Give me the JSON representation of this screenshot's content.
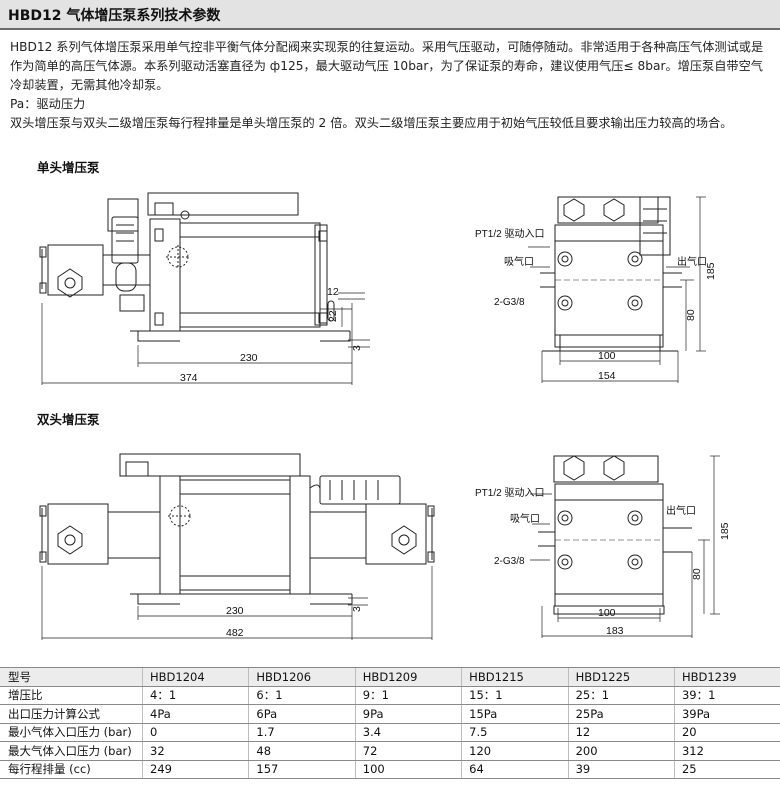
{
  "title": "HBD12 气体增压泵系列技术参数",
  "intro": {
    "p1": "HBD12 系列气体增压泵采用单气控非平衡气体分配阀来实现泵的往复运动。采用气压驱动，可随停随动。非常适用于各种高压气体测试或是作为简单的高压气体源。本系列驱动活塞直径为 ф125，最大驱动气压 10bar，为了保证泵的寿命，建议使用气压≤ 8bar。增压泵自带空气冷却装置，无需其他冷却泵。",
    "p2": "Pa：驱动压力",
    "p3": "双头增压泵与双头二级增压泵每行程排量是单头增压泵的 2 倍。双头二级增压泵主要应用于初始气压较低且要求输出压力较高的场合。"
  },
  "single": {
    "label": "单头增压泵",
    "dim_12": "12",
    "dim_22": "22",
    "dim_3": "3",
    "dim_230": "230",
    "dim_374": "374",
    "label_drive": "PT1/2 驱动入口",
    "label_intake": "吸气口",
    "label_outlet": "出气口",
    "label_port": "2-G3/8",
    "dim_185": "185",
    "dim_80": "80",
    "dim_100": "100",
    "dim_154": "154"
  },
  "double": {
    "label": "双头增压泵",
    "dim_3": "3",
    "dim_230": "230",
    "dim_482": "482",
    "label_drive": "PT1/2 驱动入口",
    "label_intake": "吸气口",
    "label_outlet": "出气口",
    "label_port": "2-G3/8",
    "dim_185": "185",
    "dim_80": "80",
    "dim_100": "100",
    "dim_183": "183"
  },
  "table": {
    "rows": [
      [
        "型号",
        "HBD1204",
        "HBD1206",
        "HBD1209",
        "HBD1215",
        "HBD1225",
        "HBD1239"
      ],
      [
        "增压比",
        "4：1",
        "6：1",
        "9：1",
        "15：1",
        "25：1",
        "39：1"
      ],
      [
        "出口压力计算公式",
        "4Pa",
        "6Pa",
        "9Pa",
        "15Pa",
        "25Pa",
        "39Pa"
      ],
      [
        "最小气体入口压力 (bar)",
        "0",
        "1.7",
        "3.4",
        "7.5",
        "12",
        "20"
      ],
      [
        "最大气体入口压力 (bar)",
        "32",
        "48",
        "72",
        "120",
        "200",
        "312"
      ],
      [
        "每行程排量 (cc)",
        "249",
        "157",
        "100",
        "64",
        "39",
        "25"
      ]
    ]
  }
}
